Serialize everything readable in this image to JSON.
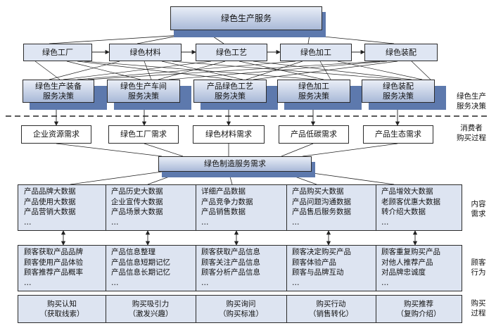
{
  "top": {
    "title": "绿色生产服务"
  },
  "processes": [
    "绿色工厂",
    "绿色材料",
    "绿色工艺",
    "绿色加工",
    "绿色装配"
  ],
  "decisions": [
    [
      "绿色生产装备",
      "服务决策"
    ],
    [
      "绿色生产车间",
      "服务决策"
    ],
    [
      "产品绿色工艺",
      "服务决策"
    ],
    [
      "绿色加工",
      "服务决策"
    ],
    [
      "绿色装配",
      "服务决策"
    ]
  ],
  "demands": [
    "企业资源需求",
    "绿色工厂需求",
    "绿色材料需求",
    "产品低碳需求",
    "产品生态需求"
  ],
  "middle": {
    "title": "绿色制造服务需求"
  },
  "content_needs": [
    [
      "产品品牌大数据",
      "产品使用大数据",
      "产品营销大数据",
      "…"
    ],
    [
      "产品历史大数据",
      "企业宣传大数据",
      "产品场景大数据",
      "…"
    ],
    [
      "详细产品数据",
      "产品竞争力数据",
      "产品销售数据",
      "…"
    ],
    [
      "产品购买大数据",
      "产品问题沟通数据",
      "产品售后服务数据",
      "…"
    ],
    [
      "产品增效大数据",
      "老顾客优惠大数据",
      "转介绍大数据",
      "…"
    ]
  ],
  "behaviors": [
    [
      "顾客获取产品品牌",
      "顾客使用产品体验",
      "顾客推荐产品概率",
      "…"
    ],
    [
      "产品信息整理",
      "产品信息短期记忆",
      "产品信息长期记忆",
      "…"
    ],
    [
      "顾客获取产品信息",
      "顾客关注产品信息",
      "顾客分析产品信息",
      "…"
    ],
    [
      "顾客决定购买产品",
      "顾客体验产品",
      "顾客与品牌互动",
      "…"
    ],
    [
      "顾客重复购买产品",
      "对他人推荐产品",
      "对品牌忠诚度",
      "…"
    ]
  ],
  "process_stages": [
    [
      "购买认知",
      "（获取线索）"
    ],
    [
      "购买吸引力",
      "（激发兴趣）"
    ],
    [
      "购买询问",
      "（购买标准）"
    ],
    [
      "购买行动",
      "（销售转化）"
    ],
    [
      "购买推荐",
      "（复购介绍）"
    ]
  ],
  "side_labels": {
    "service": [
      "绿色生产",
      "服务决策"
    ],
    "consumer": [
      "消费者",
      "购买过程"
    ],
    "content": [
      "内容",
      "需求"
    ],
    "behavior": [
      "顾客",
      "行为"
    ],
    "purchase": [
      "购买",
      "过程"
    ]
  }
}
